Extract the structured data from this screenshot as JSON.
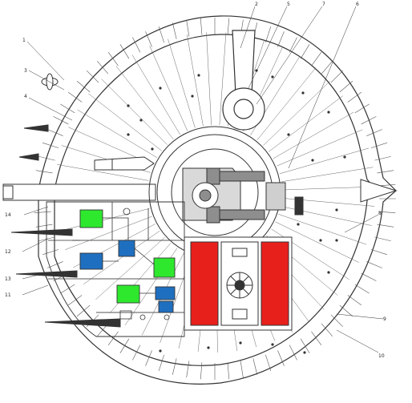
{
  "callouts": {
    "c1": "1",
    "c2": "2",
    "c3": "3",
    "c4": "4",
    "c5": "5",
    "c6": "6",
    "c7": "7",
    "c8": "8",
    "c9": "9",
    "c10": "10",
    "c11": "11",
    "c12": "12",
    "c13": "13",
    "c14": "14"
  },
  "colors": {
    "line": "#333333",
    "red_module": "#e8201c",
    "green_module": "#2ee82e",
    "blue_module": "#1f6fc0",
    "gun_gray": "#8e8e8e",
    "background": "#ffffff"
  }
}
